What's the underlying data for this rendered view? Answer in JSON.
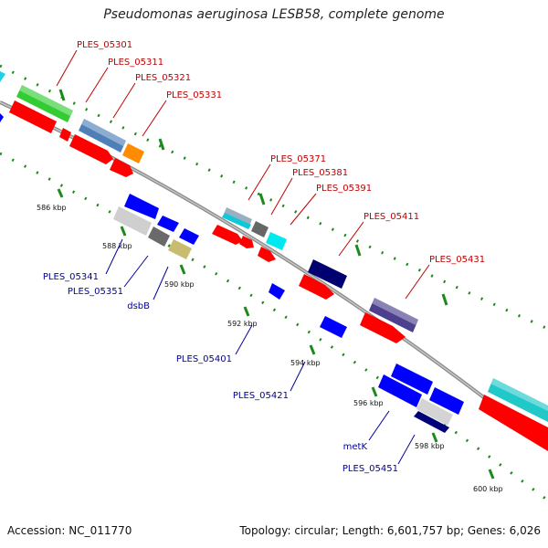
{
  "title": "Pseudomonas aeruginosa LESB58, complete genome",
  "accession": "Accession: NC_011770",
  "summary": "Topology: circular; Length: 6,601,757 bp; Genes: 6,026",
  "colors": {
    "backbone": "#999999",
    "forward_label": "#c00000",
    "reverse_label": "#00009a",
    "tick_dots": "#1a8a1a"
  },
  "ticks": [
    "586 kbp",
    "588 kbp",
    "590 kbp",
    "592 kbp",
    "594 kbp",
    "596 kbp",
    "598 kbp",
    "600 kbp"
  ],
  "labels_top": [
    "PLES_05301",
    "PLES_05311",
    "PLES_05321",
    "PLES_05331",
    "PLES_05371",
    "PLES_05381",
    "PLES_05391",
    "PLES_05411",
    "PLES_05431"
  ],
  "labels_bottom": [
    "PLES_05341",
    "PLES_05351",
    "dsbB",
    "PLES_05401",
    "PLES_05421",
    "metK",
    "PLES_05451"
  ]
}
